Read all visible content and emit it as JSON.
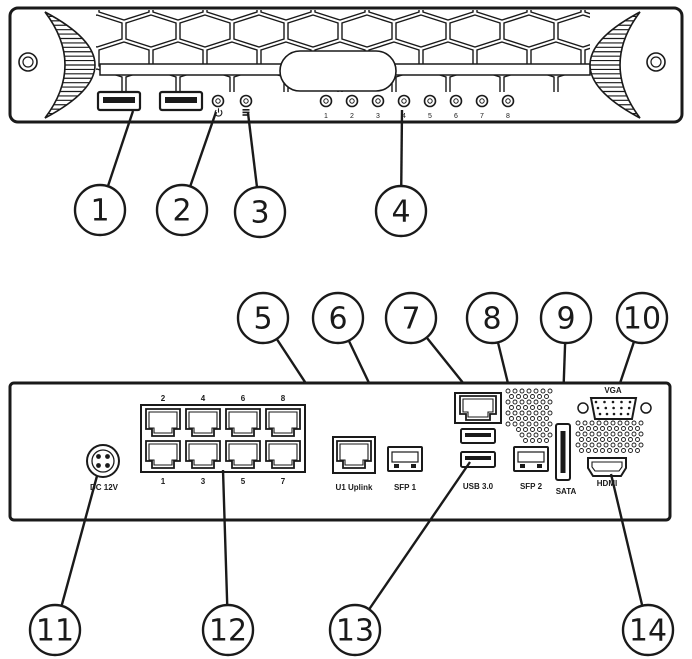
{
  "colors": {
    "line": "#1a1a1a",
    "background": "#ffffff"
  },
  "front_panel": {
    "led_labels": [
      "1",
      "2",
      "3",
      "4",
      "5",
      "6",
      "7",
      "8"
    ],
    "status_icons": [
      "power-icon",
      "storage-icon"
    ]
  },
  "rear_panel": {
    "lan_labels_top": [
      "2",
      "4",
      "6",
      "8"
    ],
    "lan_labels_bottom": [
      "1",
      "3",
      "5",
      "7"
    ],
    "power_label": "DC 12V",
    "uplink_label": "U1 Uplink",
    "sfp1_label": "SFP 1",
    "usb_label": "USB 3.0",
    "sfp2_label": "SFP 2",
    "sata_label": "SATA",
    "vga_label": "VGA",
    "hdmi_label": "HDMI"
  },
  "callouts": [
    "1",
    "2",
    "3",
    "4",
    "5",
    "6",
    "7",
    "8",
    "9",
    "10",
    "11",
    "12",
    "13",
    "14"
  ]
}
